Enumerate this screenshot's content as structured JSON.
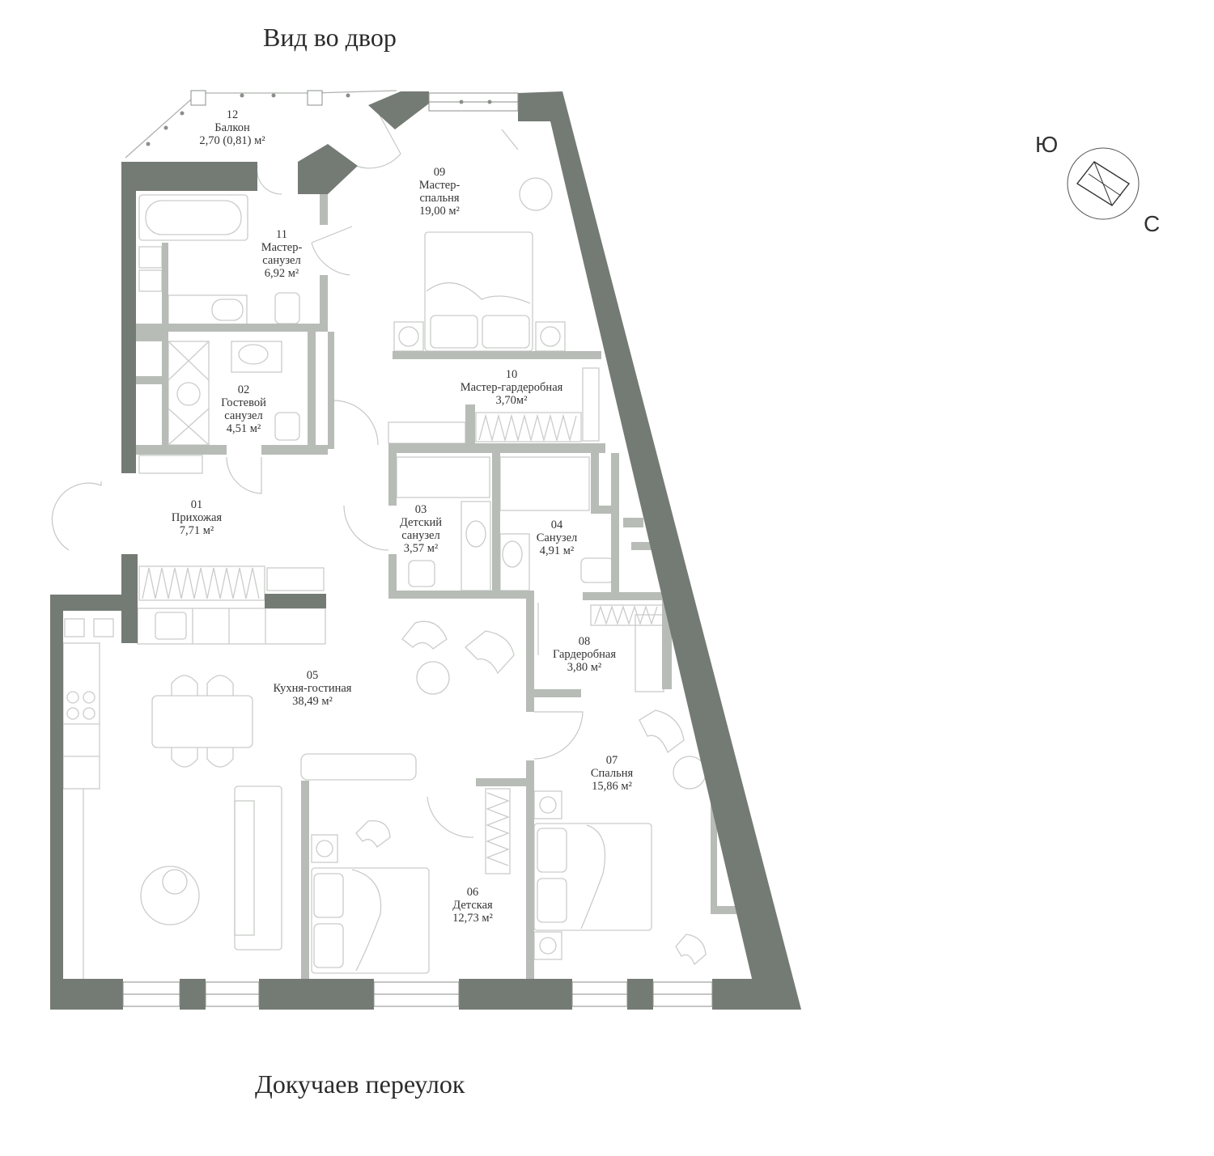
{
  "headings": {
    "top": "Вид во двор",
    "bottom": "Докучаев переулок"
  },
  "compass": {
    "south": "Ю",
    "north": "С"
  },
  "rooms": [
    {
      "num": "12",
      "name": [
        "Балкон"
      ],
      "area": "2,70 (0,81) м²"
    },
    {
      "num": "09",
      "name": [
        "Мастер-",
        "спальня"
      ],
      "area": "19,00 м²"
    },
    {
      "num": "11",
      "name": [
        "Мастер-",
        "санузел"
      ],
      "area": "6,92 м²"
    },
    {
      "num": "10",
      "name": [
        "Мастер-гардеробная"
      ],
      "area": "3,70м²"
    },
    {
      "num": "02",
      "name": [
        "Гостевой",
        "санузел"
      ],
      "area": "4,51 м²"
    },
    {
      "num": "01",
      "name": [
        "Прихожая"
      ],
      "area": "7,71 м²"
    },
    {
      "num": "03",
      "name": [
        "Детский",
        "санузел"
      ],
      "area": "3,57 м²"
    },
    {
      "num": "04",
      "name": [
        "Санузел"
      ],
      "area": "4,91 м²"
    },
    {
      "num": "08",
      "name": [
        "Гардеробная"
      ],
      "area": "3,80 м²"
    },
    {
      "num": "05",
      "name": [
        "Кухня-гостиная"
      ],
      "area": "38,49 м²"
    },
    {
      "num": "07",
      "name": [
        "Спальня"
      ],
      "area": "15,86 м²"
    },
    {
      "num": "06",
      "name": [
        "Детская"
      ],
      "area": "12,73 м²"
    }
  ],
  "colors": {
    "exterior_wall": "#747a74",
    "interior_wall": "#b7bcb7",
    "furniture": "#c9ccc9"
  }
}
